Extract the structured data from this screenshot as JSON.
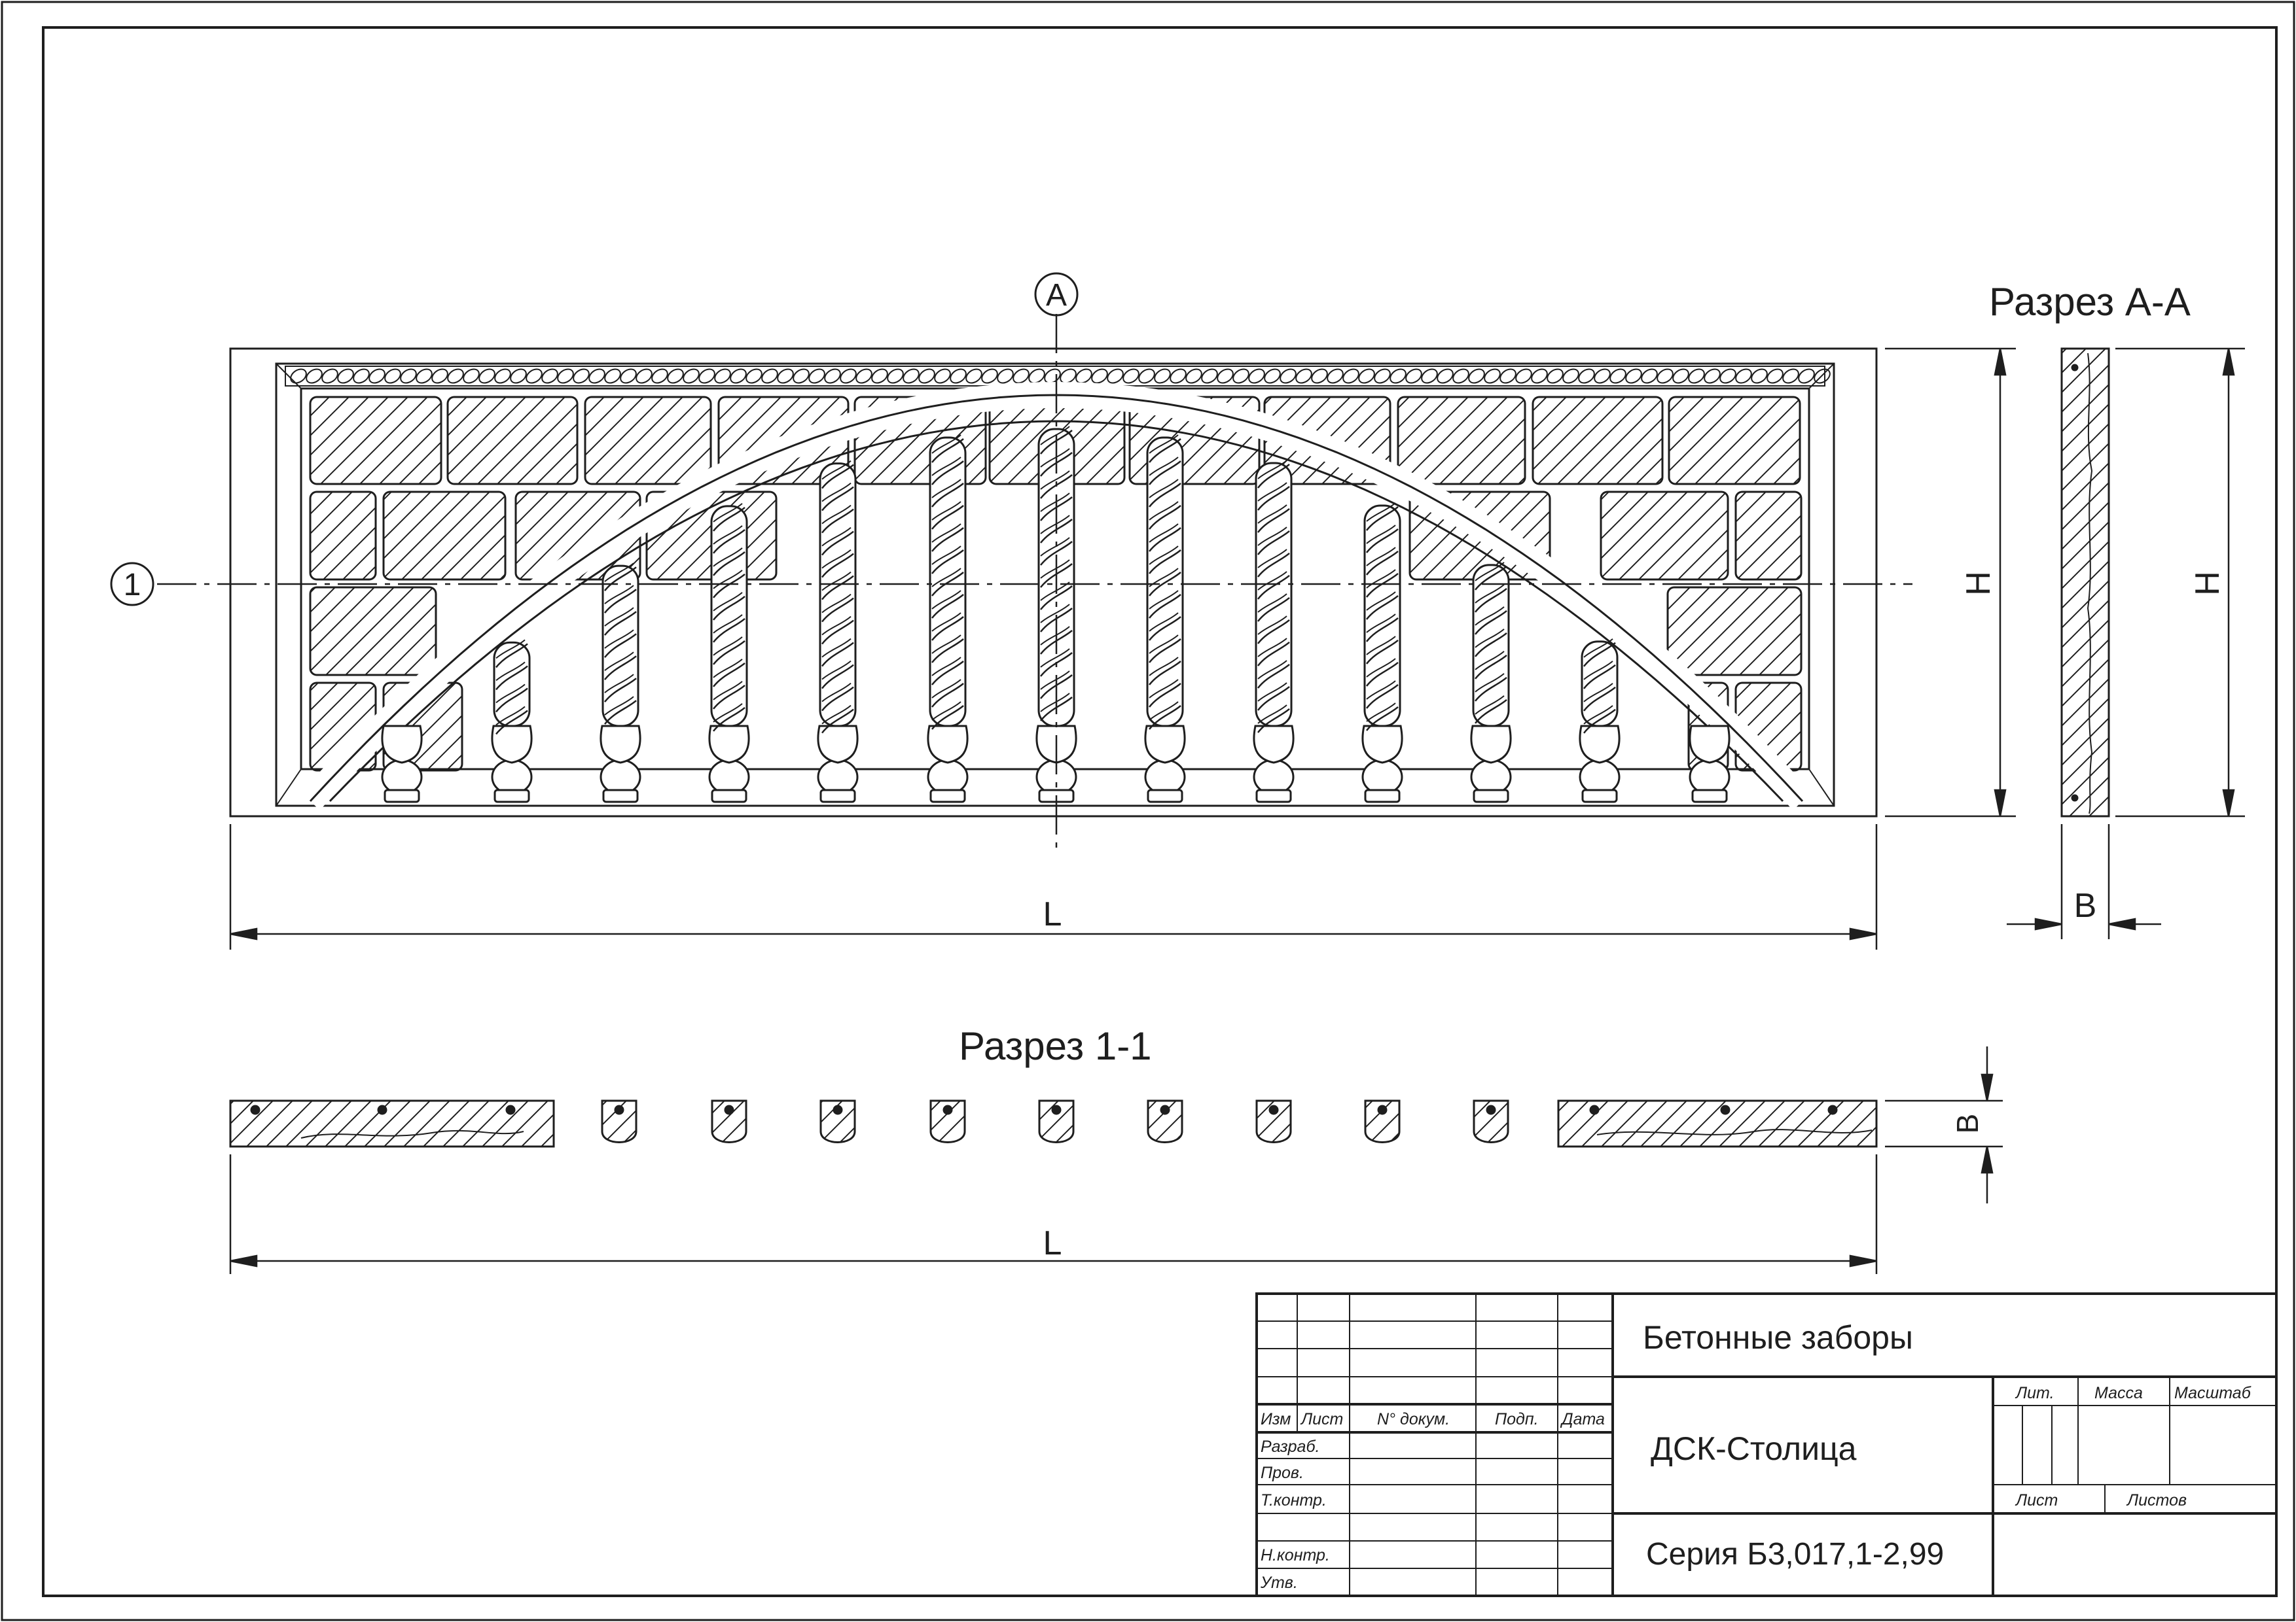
{
  "labels": {
    "section_a_title": "Разрез А-А",
    "section_1_title": "Разрез 1-1",
    "marker_a": "А",
    "marker_1": "1",
    "dim_l_front": "L",
    "dim_l_plan": "L",
    "dim_h_front": "H",
    "dim_h_section": "H",
    "dim_b_section": "B",
    "dim_b_plan": "B"
  },
  "title_block": {
    "title": "Бетонные заборы",
    "company": "ДСК-Столица",
    "series": "Серия Б3,017,1-2,99",
    "col_izm": "Изм",
    "col_list": "Лист",
    "col_doc": "N° докум.",
    "col_sign": "Подп.",
    "col_date": "Дата",
    "row_razrab": "Разраб.",
    "row_prov": "Пров.",
    "row_tkontr": "Т.контр.",
    "row_nkontr": "Н.контр.",
    "row_utv": "Утв.",
    "lit": "Лит.",
    "massa": "Масса",
    "masshtab": "Масштаб",
    "sheet": "Лист",
    "sheets": "Листов"
  },
  "colors": {
    "line": "#1e1e1e",
    "background": "#ffffff"
  }
}
